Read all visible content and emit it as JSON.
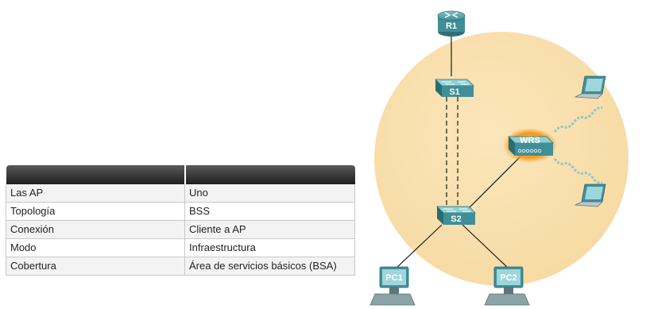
{
  "table": {
    "headers": [
      "",
      ""
    ],
    "rows": [
      {
        "key": "Las AP",
        "value": "Uno"
      },
      {
        "key": "Topología",
        "value": "BSS"
      },
      {
        "key": "Conexión",
        "value": "Cliente a AP"
      },
      {
        "key": "Modo",
        "value": "Infraestructura"
      },
      {
        "key": "Cobertura",
        "value": "Área de servicios básicos (BSA)"
      }
    ]
  },
  "diagram": {
    "router_label": "R1",
    "switch1_label": "S1",
    "switch2_label": "S2",
    "wireless_router_label": "WRS",
    "pc1_label": "PC1",
    "pc2_label": "PC2",
    "colors": {
      "bsa_area": "#f7d9a0",
      "device_teal": "#3f8f98",
      "wrs_glow": "#f59a1b"
    }
  }
}
